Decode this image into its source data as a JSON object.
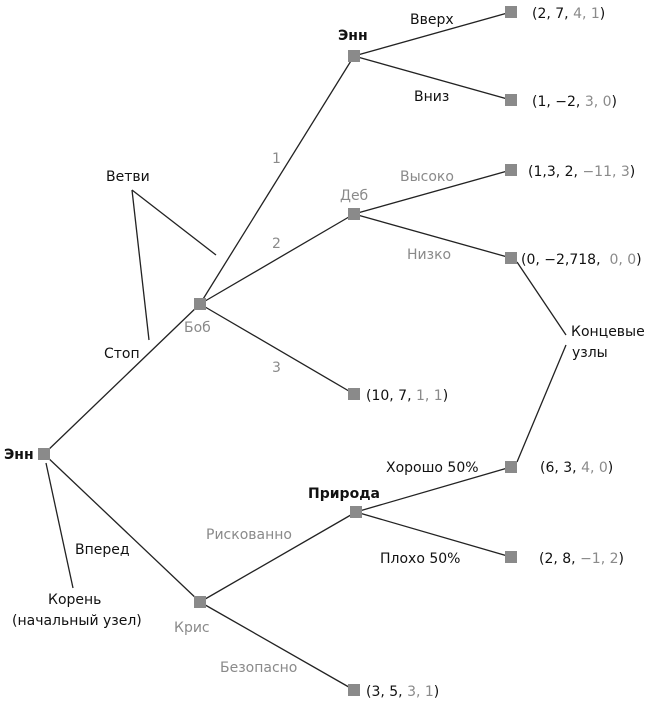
{
  "colors": {
    "black": "#111111",
    "grey": "#8a8a8a",
    "node": "#8a8a8a",
    "line": "#222222"
  },
  "players": {
    "root": "Энн",
    "ann_top": "Энн",
    "bob": "Боб",
    "deb": "Деб",
    "chris": "Крис",
    "nature": "Природа"
  },
  "branches": {
    "stop": "Стоп",
    "forward": "Вперед",
    "one": "1",
    "two": "2",
    "three": "3",
    "up": "Вверх",
    "down": "Вниз",
    "high": "Высоко",
    "low": "Низко",
    "risky": "Рискованно",
    "safe": "Безопасно",
    "good": "Хорошо 50%",
    "bad": "Плохо 50%"
  },
  "annotations": {
    "branches_label": "Ветви",
    "terminal_line1": "Концевые",
    "terminal_line2": "узлы",
    "root_line1": "Корень",
    "root_line2": "(начальный узел)"
  },
  "payoffs": [
    {
      "id": "up",
      "parts": [
        [
          "(2, 7, ",
          "black"
        ],
        [
          "4, 1",
          "grey"
        ],
        [
          ")",
          "black"
        ]
      ]
    },
    {
      "id": "down",
      "parts": [
        [
          "(1, −2, ",
          "black"
        ],
        [
          "3, 0",
          "grey"
        ],
        [
          ")",
          "black"
        ]
      ]
    },
    {
      "id": "high",
      "parts": [
        [
          "(1,3, 2, ",
          "black"
        ],
        [
          "−11, 3",
          "grey"
        ],
        [
          ")",
          "black"
        ]
      ]
    },
    {
      "id": "low",
      "parts": [
        [
          "(0, −2,718,  ",
          "black"
        ],
        [
          "0, 0",
          "grey"
        ],
        [
          ")",
          "black"
        ]
      ]
    },
    {
      "id": "three",
      "parts": [
        [
          "(10, 7, ",
          "black"
        ],
        [
          "1, 1",
          "grey"
        ],
        [
          ")",
          "black"
        ]
      ]
    },
    {
      "id": "good",
      "parts": [
        [
          "(6, 3, ",
          "black"
        ],
        [
          "4, 0",
          "grey"
        ],
        [
          ")",
          "black"
        ]
      ]
    },
    {
      "id": "bad",
      "parts": [
        [
          "(2, 8, ",
          "black"
        ],
        [
          "−1, 2",
          "grey"
        ],
        [
          ")",
          "black"
        ]
      ]
    },
    {
      "id": "safe",
      "parts": [
        [
          "(3, 5, ",
          "black"
        ],
        [
          "3, 1",
          "grey"
        ],
        [
          ")",
          "black"
        ]
      ]
    }
  ]
}
